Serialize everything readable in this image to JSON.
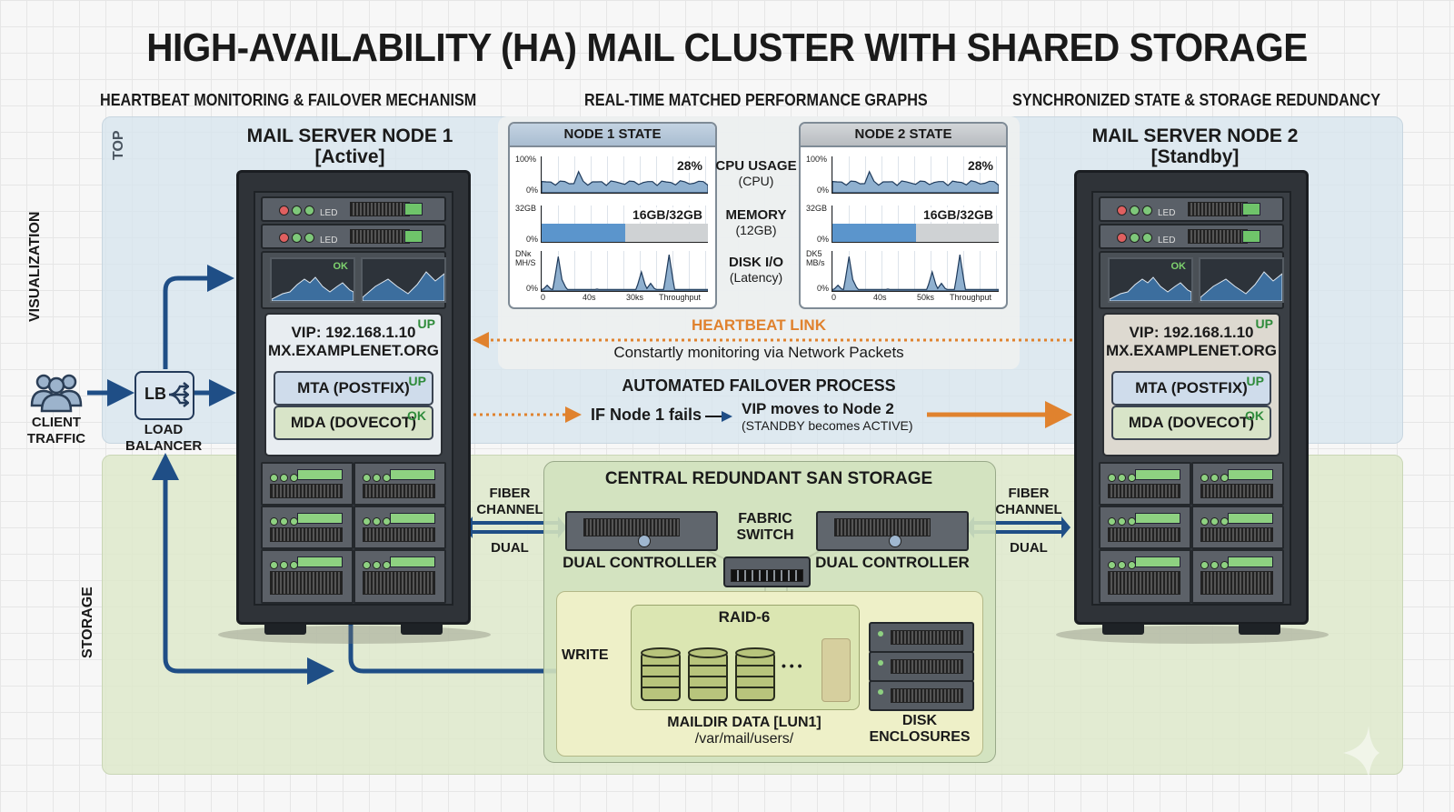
{
  "title": "HIGH-AVAILABILITY (HA) MAIL CLUSTER WITH SHARED STORAGE",
  "sections": {
    "left": "HEARTBEAT MONITORING & FAILOVER MECHANISM",
    "center": "REAL-TIME MATCHED PERFORMANCE GRAPHS",
    "right": "SYNCHRONIZED STATE & STORAGE REDUNDANCY"
  },
  "side_labels": {
    "visualization": "VISUALIZATION",
    "top": "TOP",
    "storage": "STORAGE"
  },
  "client": {
    "label_line1": "CLIENT",
    "label_line2": "TRAFFIC",
    "icon": "users-icon"
  },
  "load_balancer": {
    "abbr": "LB",
    "label_line1": "LOAD",
    "label_line2": "BALANCER",
    "icon": "split-arrows-icon"
  },
  "nodes": [
    {
      "title": "MAIL SERVER NODE 1",
      "state": "[Active]",
      "led_label": "LED",
      "monitor_status": "OK",
      "vip": "VIP: 192.168.1.10",
      "hostname": "MX.EXAMPLENET.ORG",
      "vip_status": "UP",
      "mta": "MTA (POSTFIX)",
      "mta_status": "UP",
      "mda": "MDA (DOVECOT)",
      "mda_status": "OK"
    },
    {
      "title": "MAIL SERVER NODE 2",
      "state": "[Standby]",
      "led_label": "LED",
      "monitor_status": "OK",
      "vip": "VIP: 192.168.1.10",
      "hostname": "MX.EXAMPLENET.ORG",
      "vip_status": "UP",
      "mta": "MTA (POSTFIX)",
      "mta_status": "UP",
      "mda": "MDA (DOVECOT)",
      "mda_status": "OK"
    }
  ],
  "graphs": {
    "metrics": [
      {
        "name": "CPU USAGE",
        "sub": "(CPU)"
      },
      {
        "name": "MEMORY",
        "sub": "(12GB)"
      },
      {
        "name": "DISK I/O",
        "sub": "(Latency)"
      }
    ],
    "cards": [
      {
        "title": "NODE 1 STATE",
        "cpu": {
          "y_top": "100%",
          "y_bottom": "0%",
          "value": "28%",
          "fraction": 0.28
        },
        "memory": {
          "y_top": "32GB",
          "y_bottom": "0%",
          "value": "16GB/32GB",
          "fraction": 0.5
        },
        "disk": {
          "y_top_line1": "DNĸ",
          "y_top_line2": "MH/S",
          "y_bottom": "0%",
          "x_ticks": [
            "0",
            "40s",
            "30ks",
            "Throughput"
          ]
        }
      },
      {
        "title": "NODE 2 STATE",
        "cpu": {
          "y_top": "100%",
          "y_bottom": "0%",
          "value": "28%",
          "fraction": 0.28
        },
        "memory": {
          "y_top": "32GB",
          "y_bottom": "0%",
          "value": "16GB/32GB",
          "fraction": 0.5
        },
        "disk": {
          "y_top_line1": "DK5",
          "y_top_line2": "MB/s",
          "y_bottom": "0%",
          "x_ticks": [
            "0",
            "40s",
            "50ks",
            "Throughput"
          ]
        }
      }
    ]
  },
  "heartbeat": {
    "title": "HEARTBEAT LINK",
    "desc": "Constartly monitoring via Network Packets"
  },
  "failover": {
    "title": "AUTOMATED FAILOVER PROCESS",
    "condition": "IF Node 1 fails",
    "result": "VIP moves to Node 2",
    "result_sub": "(STANDBY becomes ACTIVE)"
  },
  "san": {
    "title": "CENTRAL REDUNDANT SAN STORAGE",
    "controller_label": "DUAL CONTROLLER",
    "switch_label_line1": "FABRIC",
    "switch_label_line2": "SWITCH",
    "fiber_line1": "FIBER",
    "fiber_line2": "CHANNEL",
    "fiber_dual": "DUAL",
    "raid": "RAID-6",
    "write": "WRITE",
    "ellipsis": "• • •",
    "maildir": "MAILDIR DATA [LUN1]",
    "maildir_path": "/var/mail/users/",
    "enclosures_line1": "DISK",
    "enclosures_line2": "ENCLOSURES"
  },
  "colors": {
    "accent_blue": "#1f4e86",
    "heartbeat_orange": "#e0822e",
    "status_green": "#2e8b3a",
    "top_zone": "#d6e4ee",
    "storage_zone": "#dce8c8"
  }
}
